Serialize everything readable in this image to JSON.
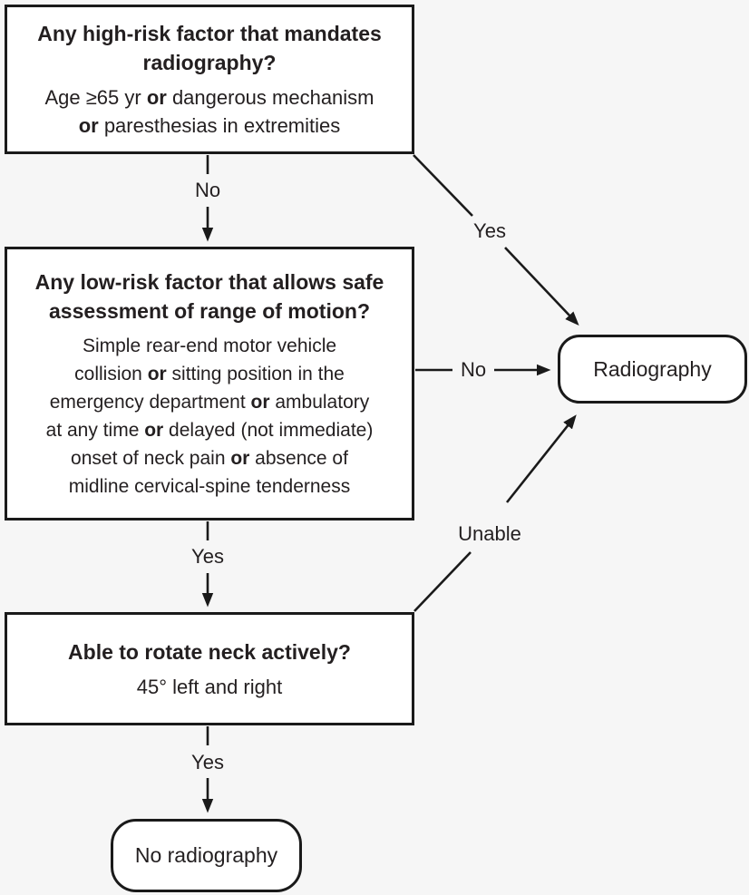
{
  "colors": {
    "background": "#f6f6f6",
    "box_fill": "#ffffff",
    "line": "#1a1a1a",
    "text": "#231f20"
  },
  "nodes": {
    "high_risk": {
      "title": "Any high-risk factor that mandates\nradiography?",
      "body": [
        {
          "t": "Age ≥65 yr "
        },
        {
          "t": "or",
          "b": true
        },
        {
          "t": " dangerous mechanism\n"
        },
        {
          "t": "or",
          "b": true
        },
        {
          "t": " paresthesias in extremities"
        }
      ]
    },
    "low_risk": {
      "title": "Any low-risk factor that allows safe\nassessment of range of motion?",
      "body": [
        {
          "t": "Simple rear-end motor vehicle\ncollision "
        },
        {
          "t": "or",
          "b": true
        },
        {
          "t": " sitting position in the\nemergency department "
        },
        {
          "t": "or",
          "b": true
        },
        {
          "t": " ambulatory\nat any time "
        },
        {
          "t": "or",
          "b": true
        },
        {
          "t": " delayed (not immediate)\nonset of neck pain "
        },
        {
          "t": "or",
          "b": true
        },
        {
          "t": " absence of\nmidline cervical-spine tenderness"
        }
      ]
    },
    "rotate_neck": {
      "title": "Able to rotate neck actively?",
      "body": [
        {
          "t": "45° left and right"
        }
      ]
    },
    "radiography": {
      "label": "Radiography"
    },
    "no_radiography": {
      "label": "No radiography"
    }
  },
  "edges": [
    {
      "id": "high-risk-no",
      "from": "high_risk",
      "to": "low_risk",
      "label": "No"
    },
    {
      "id": "high-risk-yes",
      "from": "high_risk",
      "to": "radiography",
      "label": "Yes"
    },
    {
      "id": "low-risk-no",
      "from": "low_risk",
      "to": "radiography",
      "label": "No"
    },
    {
      "id": "low-risk-yes",
      "from": "low_risk",
      "to": "rotate_neck",
      "label": "Yes"
    },
    {
      "id": "rotate-unable",
      "from": "rotate_neck",
      "to": "radiography",
      "label": "Unable"
    },
    {
      "id": "rotate-yes",
      "from": "rotate_neck",
      "to": "no_radiography",
      "label": "Yes"
    }
  ]
}
